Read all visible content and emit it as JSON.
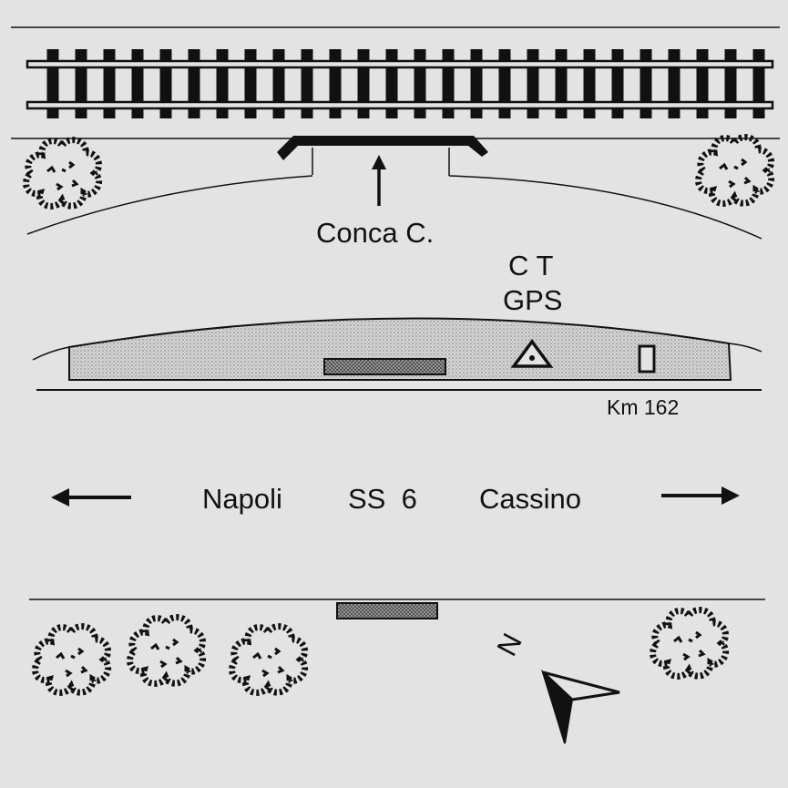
{
  "labels": {
    "station": "Conca C.",
    "ct": "C T",
    "gps": "GPS",
    "km": "Km 162",
    "left_city": "Napoli",
    "road": "SS  6",
    "right_city": "Cassino",
    "north": "N"
  },
  "colors": {
    "background": "#e3e3e3",
    "ink": "#111111",
    "dot_fill": "#cfcfcf",
    "bar_fill": "#8c8c8c"
  }
}
